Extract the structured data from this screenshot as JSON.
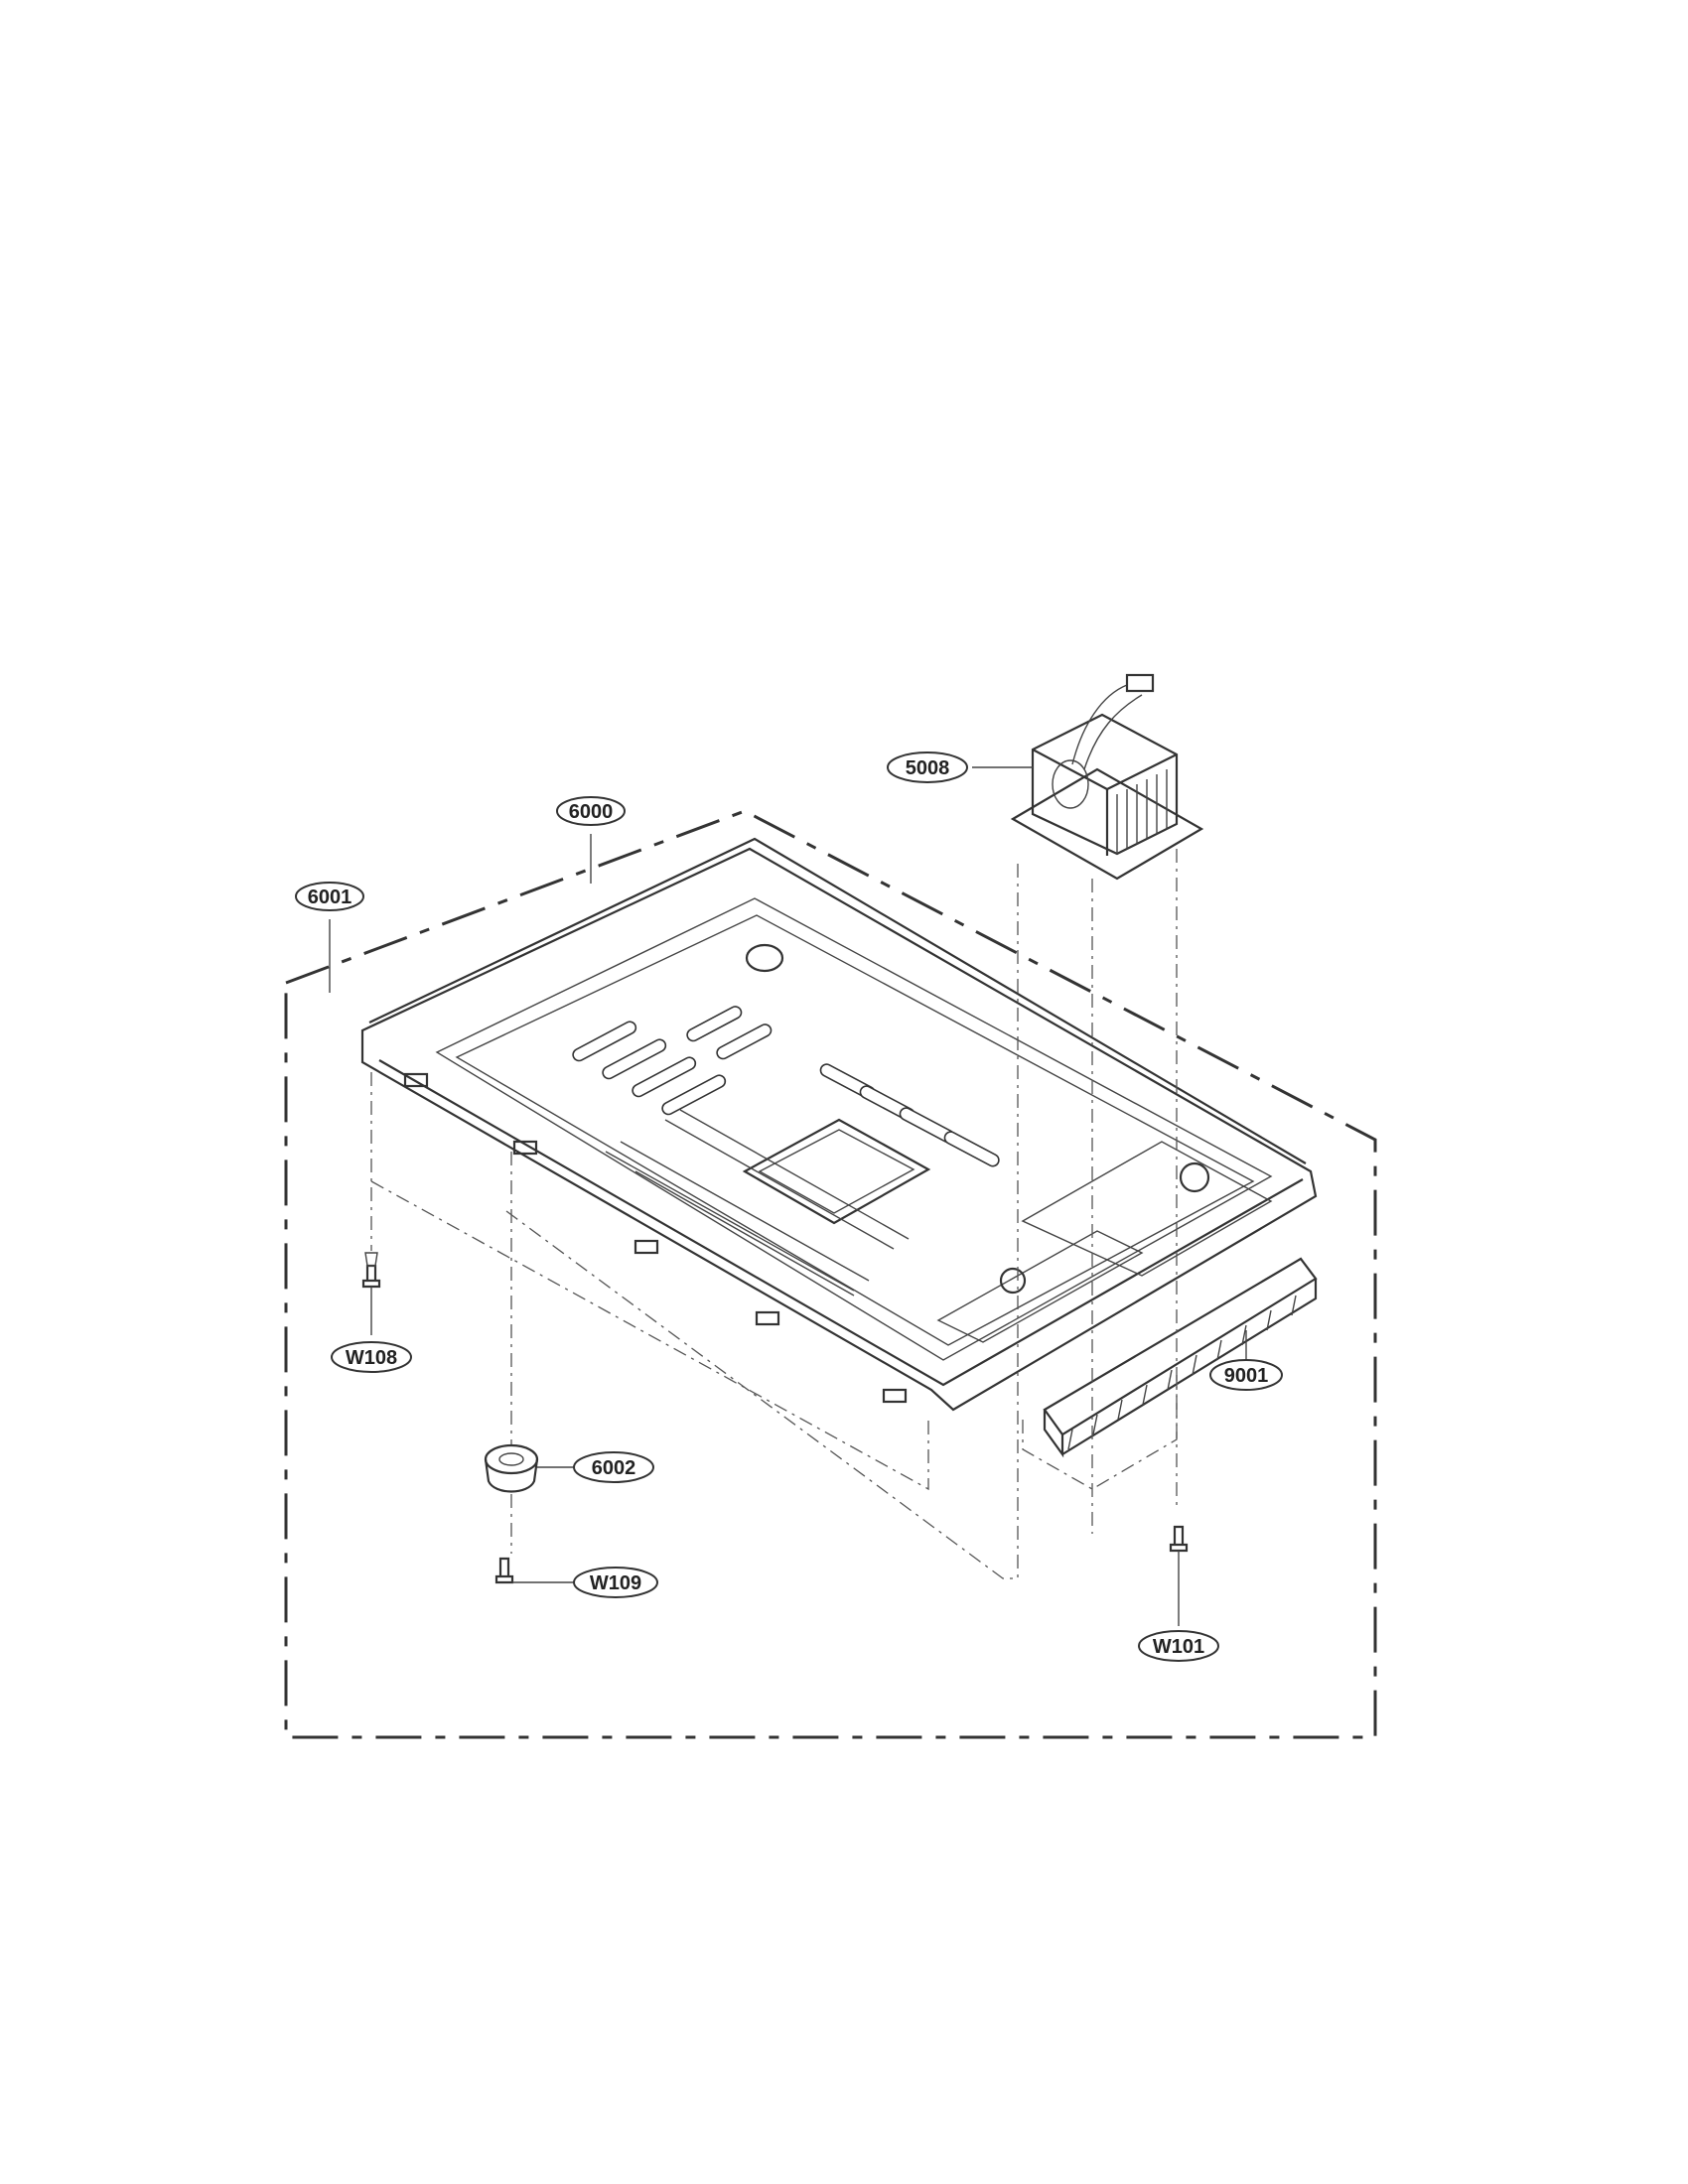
{
  "parts": {
    "p6000": "6000",
    "p6001": "6001",
    "p5008": "5008",
    "p9001": "9001",
    "p6002": "6002",
    "w108": "W108",
    "w109": "W109",
    "w101": "W101"
  },
  "icons": [
    "base-plate",
    "transformer",
    "filter",
    "foot",
    "screw"
  ]
}
